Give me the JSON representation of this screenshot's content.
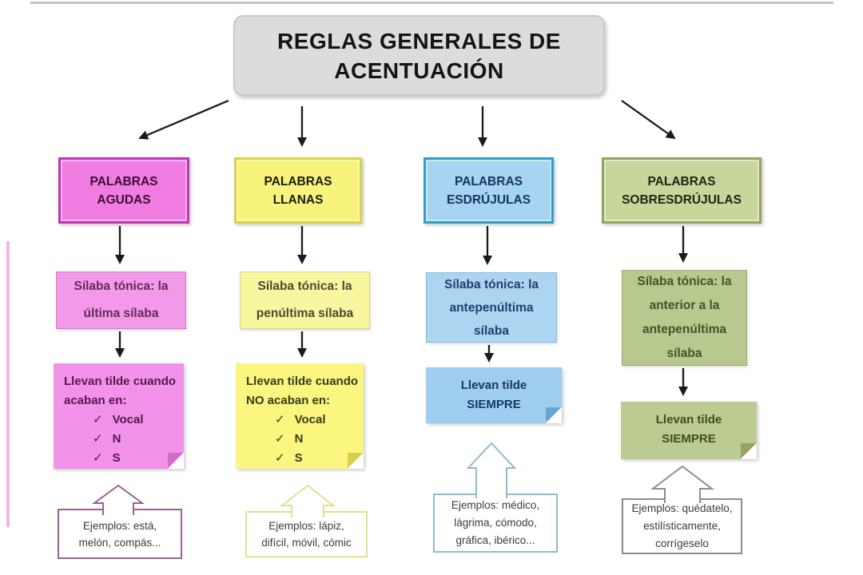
{
  "title": {
    "text": "REGLAS GENERALES DE ACENTUACIÓN"
  },
  "colors": {
    "title_bg": "#dcdcda",
    "title_border": "#c9c9c7",
    "title_text": "#141414",
    "arrow": "#1a1a1a",
    "photo_edge_top": "#c4c4c2",
    "photo_edge_left": "#f2a8e0"
  },
  "icons": {
    "check": "✓"
  },
  "columns": [
    {
      "name": "agudas",
      "header": "PALABRAS AGUDAS",
      "tonic": "Sílaba tónica: la última sílaba",
      "tilde": {
        "line1": "Llevan tilde cuando",
        "bold": "acaban",
        "after_bold": " en:",
        "checks": [
          "Vocal",
          "N",
          "S"
        ]
      },
      "examples": [
        "Ejemplos: está,",
        "melón, compás..."
      ],
      "colors": {
        "header_bg": "#f07ce2",
        "header_border": "#c434ae",
        "header_text": "#3c0d35",
        "box_bg": "#f29ae9",
        "box_border": "#cf7ec3",
        "box_text": "#63295a",
        "sticky_bg": "#f392ea",
        "sticky_fold": "#d26cc6",
        "sticky_text": "#54184c",
        "example_border": "#9c6191"
      }
    },
    {
      "name": "llanas",
      "header": "PALABRAS LLANAS",
      "tonic": "Sílaba tónica: la penúltima sílaba",
      "tilde": {
        "line1": "Llevan tilde cuando",
        "bold": "NO acaban",
        "after_bold": " en:",
        "checks": [
          "Vocal",
          "N",
          "S"
        ]
      },
      "examples": [
        "Ejemplos: lápiz,",
        "difícil, móvil, cómic"
      ],
      "colors": {
        "header_bg": "#f7f37d",
        "header_border": "#ddd23f",
        "header_text": "#1d1c10",
        "box_bg": "#f9f6a0",
        "box_border": "#ddd883",
        "box_text": "#4c4b2e",
        "sticky_bg": "#faf680",
        "sticky_fold": "#d8d049",
        "sticky_text": "#3b3a1c",
        "example_border": "#e4df8d"
      }
    },
    {
      "name": "esdrujulas",
      "header": "PALABRAS ESDRÚJULAS",
      "tonic": "Sílaba tónica: la antepenúltima sílaba",
      "tilde": {
        "line1": "Llevan tilde",
        "bold": "SIEMPRE",
        "after_bold": ""
      },
      "examples": [
        "Ejemplos: médico,",
        "lágrima, cómodo,",
        "gráfica, ibérico..."
      ],
      "colors": {
        "header_bg": "#a6d4f1",
        "header_border": "#2f9fca",
        "header_text": "#16335f",
        "box_bg": "#abd5f1",
        "box_border": "#85b9dc",
        "box_text": "#1e3f6f",
        "sticky_bg": "#9fcdf0",
        "sticky_fold": "#6ba3cf",
        "sticky_text": "#173764",
        "example_border": "#8cbcca"
      }
    },
    {
      "name": "sobresdrujulas",
      "header": "PALABRAS SOBRESDRÚJULAS",
      "tonic": "Sílaba tónica: la anterior a la antepenúltima sílaba",
      "tilde": {
        "line1": "Llevan tilde",
        "bold": "SIEMPRE",
        "after_bold": ""
      },
      "examples": [
        "Ejemplos: quédatelo,",
        "estilísticamente,",
        "corrígeselo"
      ],
      "colors": {
        "header_bg": "#c8d59b",
        "header_border": "#94a45c",
        "header_text": "#1e2613",
        "box_bg": "#b7c98f",
        "box_border": "#9cad6c",
        "box_text": "#42532a",
        "sticky_bg": "#bccb92",
        "sticky_fold": "#93a463",
        "sticky_text": "#3c4e22",
        "example_border": "#8d8d8d"
      }
    }
  ]
}
